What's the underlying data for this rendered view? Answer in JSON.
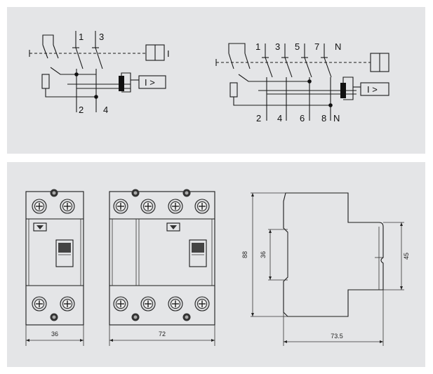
{
  "schematic_2pole": {
    "top_terminals": [
      "1",
      "3"
    ],
    "bottom_terminals": [
      "2",
      "4"
    ],
    "test_button_symbol": "I",
    "trip_symbol": "I >"
  },
  "schematic_4pole": {
    "top_terminals": [
      "1",
      "3",
      "5",
      "7",
      "N"
    ],
    "bottom_terminals": [
      "2",
      "4",
      "6",
      "8",
      "N"
    ],
    "trip_symbol": "I >"
  },
  "dimensions": {
    "width_2pole": "36",
    "width_4pole": "72",
    "depth": "73.5",
    "height_total": "88",
    "height_neck": "36",
    "height_front": "45"
  },
  "icons": [
    "test-button-icon",
    "trip-relay-icon",
    "terminal-screw-icon",
    "rcd-symbol-icon",
    "toggle-lever-icon"
  ]
}
